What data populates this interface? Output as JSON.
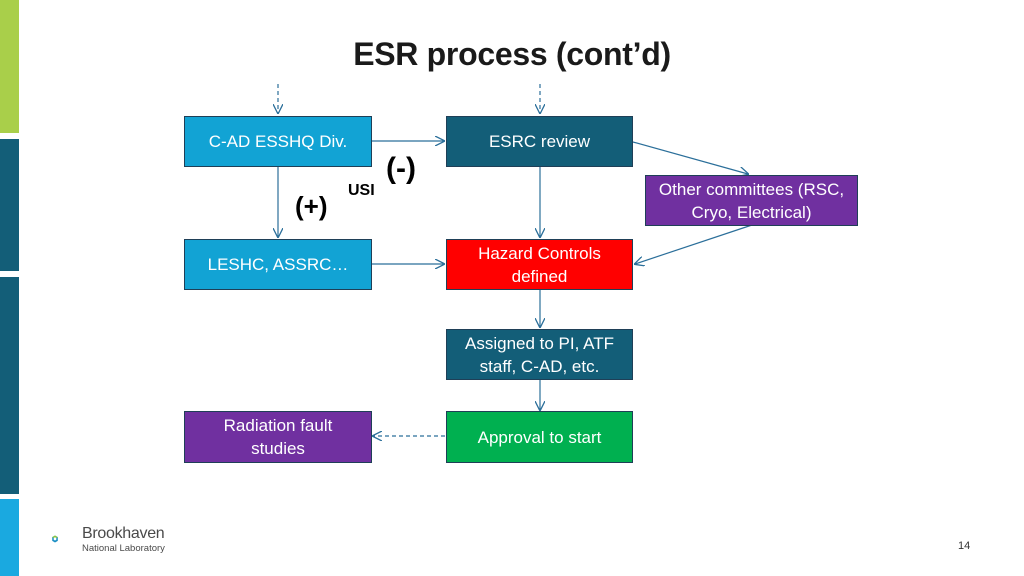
{
  "slide": {
    "title": "ESR process (cont’d)",
    "page_number": "14"
  },
  "boxes": {
    "cad_esshq": "C-AD ESSHQ Div.",
    "esrc_review": "ESRC review",
    "other_committees": "Other committees (RSC, Cryo, Electrical)",
    "leshc_assrc": "LESHC, ASSRC…",
    "hazard_controls": "Hazard Controls defined",
    "assigned": "Assigned to PI, ATF staff, C-AD, etc.",
    "radiation_fault": "Radiation fault studies",
    "approval": "Approval to start"
  },
  "labels": {
    "minus": "(-)",
    "plus": "(+)",
    "usi": "USI"
  },
  "logo": {
    "name": "Brookhaven",
    "subtitle": "National Laboratory"
  },
  "colors": {
    "cyan_box": "#12a3d4",
    "teal_box": "#135e78",
    "purple_box": "#7030a0",
    "red_box": "#ff0000",
    "green_box": "#00b050",
    "arrow": "#2b6f9a"
  }
}
